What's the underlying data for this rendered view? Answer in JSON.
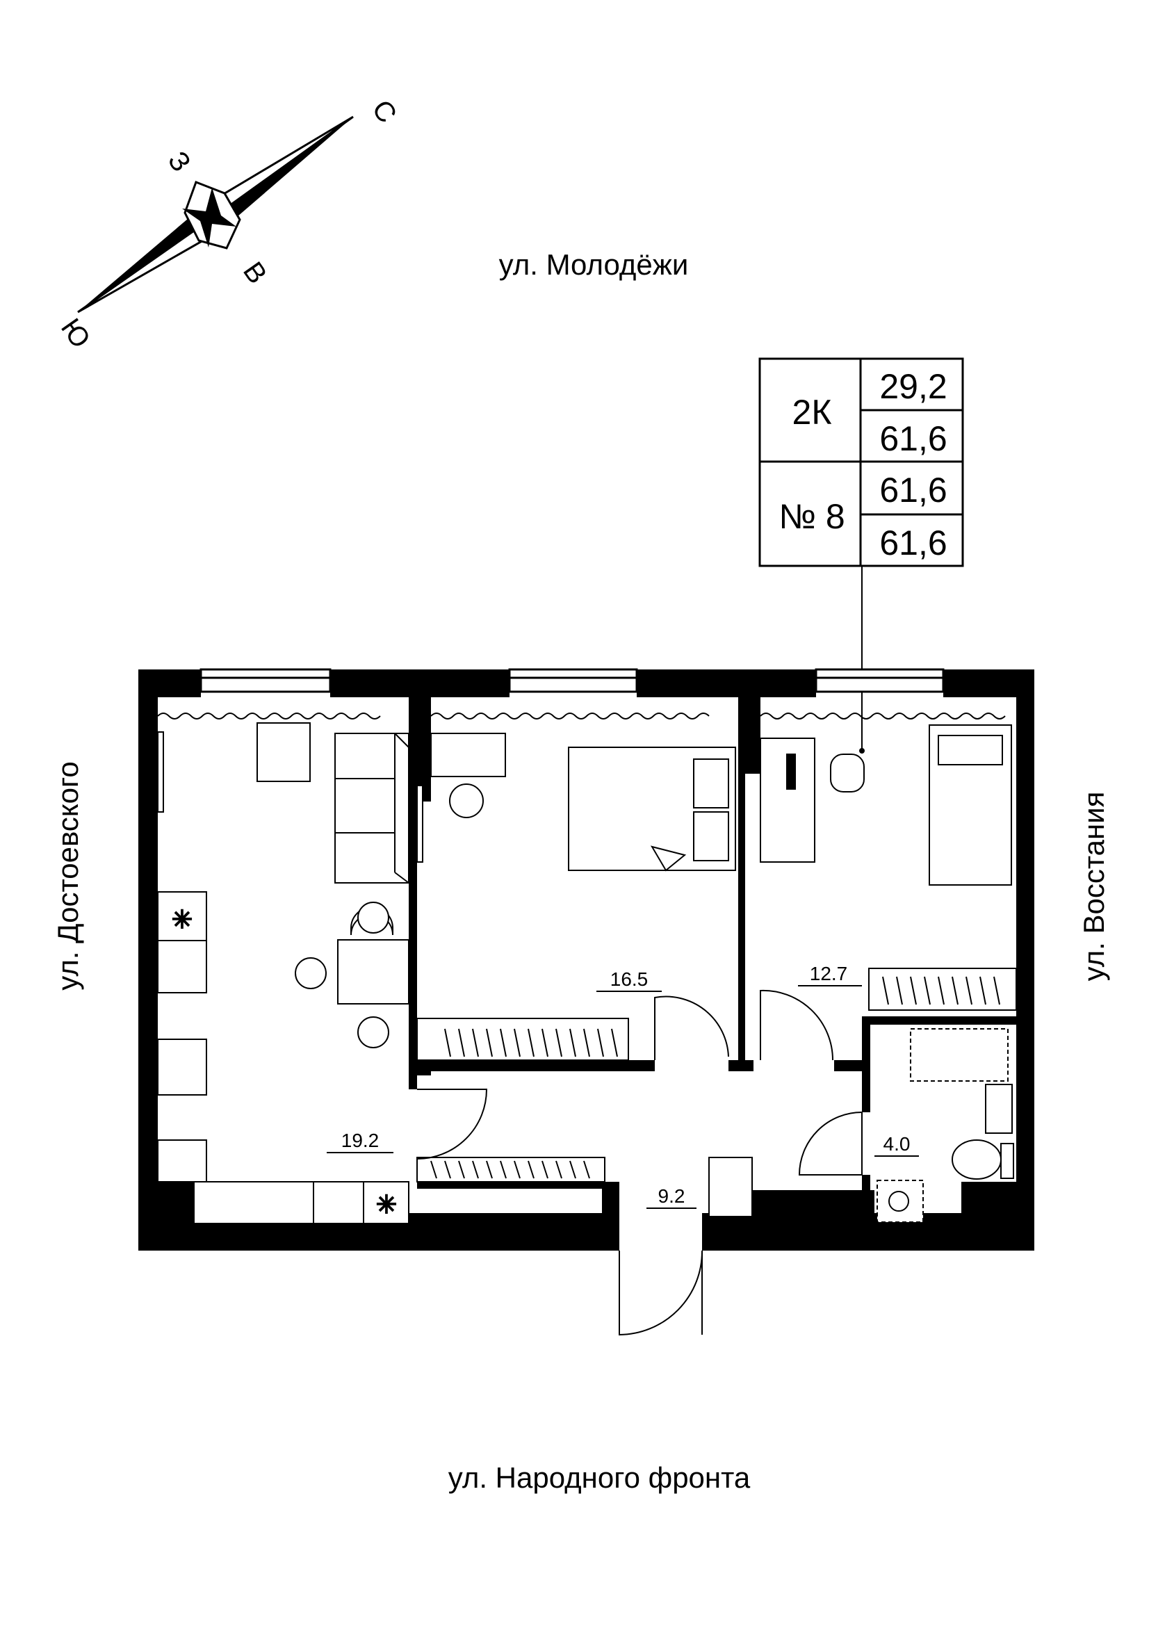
{
  "streets": {
    "north": "ул. Молодёжи",
    "west": "ул. Достоевского",
    "east": "ул. Восстания",
    "south": "ул. Народного фронта"
  },
  "compass": {
    "north": "С",
    "south": "Ю",
    "west": "З",
    "east": "В"
  },
  "apartment_info": {
    "type": "2К",
    "number": "№ 8",
    "values": [
      "29,2",
      "61,6",
      "61,6",
      "61,6"
    ]
  },
  "rooms": [
    {
      "id": "living-kitchen",
      "area": "19.2"
    },
    {
      "id": "bedroom-1",
      "area": "16.5"
    },
    {
      "id": "bedroom-2",
      "area": "12.7"
    },
    {
      "id": "hall",
      "area": "9.2"
    },
    {
      "id": "bathroom",
      "area": "4.0"
    }
  ]
}
